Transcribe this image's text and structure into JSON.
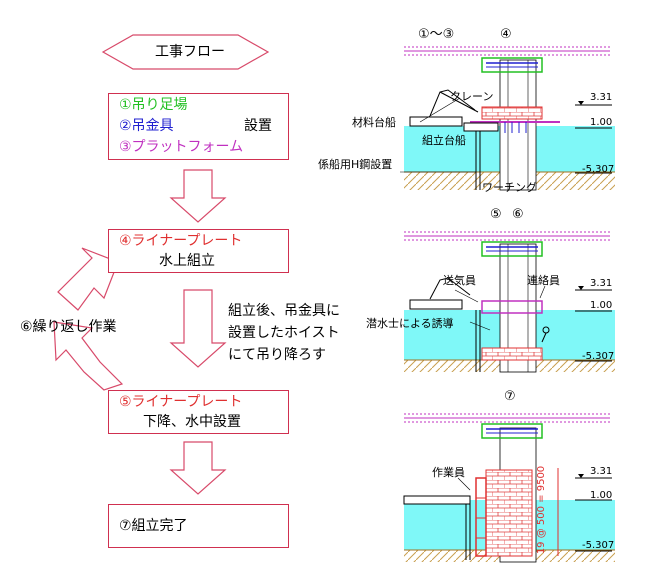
{
  "flow": {
    "title": "工事フロー",
    "step1": {
      "line1": "①吊り足場",
      "line2": "②吊金具",
      "line2_suffix": "設置",
      "line3": "③プラットフォーム"
    },
    "step4": {
      "line1": "④ライナープレート",
      "line2": "水上組立"
    },
    "step5": {
      "line1": "⑤ライナープレート",
      "line2": "下降、水中設置"
    },
    "step7": {
      "line1": "⑦組立完了"
    },
    "repeat_label": "⑥繰り返し作業",
    "note": [
      "組立後、吊金具に",
      "設置したホイスト",
      "にて吊り降ろす"
    ]
  },
  "panels": {
    "p1": {
      "header_left": "①〜③",
      "header_right": "④",
      "crane": "クレーン",
      "material_barge": "材料台船",
      "assembly_barge": "組立台船",
      "mooring": "係船用H鋼設置",
      "waching": "ワーチング",
      "lev_top": "3.31",
      "lev_mid": "1.00",
      "lev_bot": "-5.307"
    },
    "p2": {
      "header_left": "⑤",
      "header_right": "⑥",
      "air_crew": "送気員",
      "contact_crew": "連絡員",
      "diver_guide": "潜水士による誘導",
      "lev_top": "3.31",
      "lev_mid": "1.00",
      "lev_bot": "-5.307"
    },
    "p3": {
      "header": "⑦",
      "worker": "作業員",
      "vertical_dim": "19 @ 500 = 9500",
      "lev_top": "3.31",
      "lev_mid": "1.00",
      "lev_bot": "-5.307"
    }
  },
  "colors": {
    "water": "#7ff8f8",
    "arrow_border": "#d84a6a",
    "green": "#22c022",
    "blue": "#2020d0",
    "magenta": "#c030c0",
    "red": "#e03030"
  }
}
